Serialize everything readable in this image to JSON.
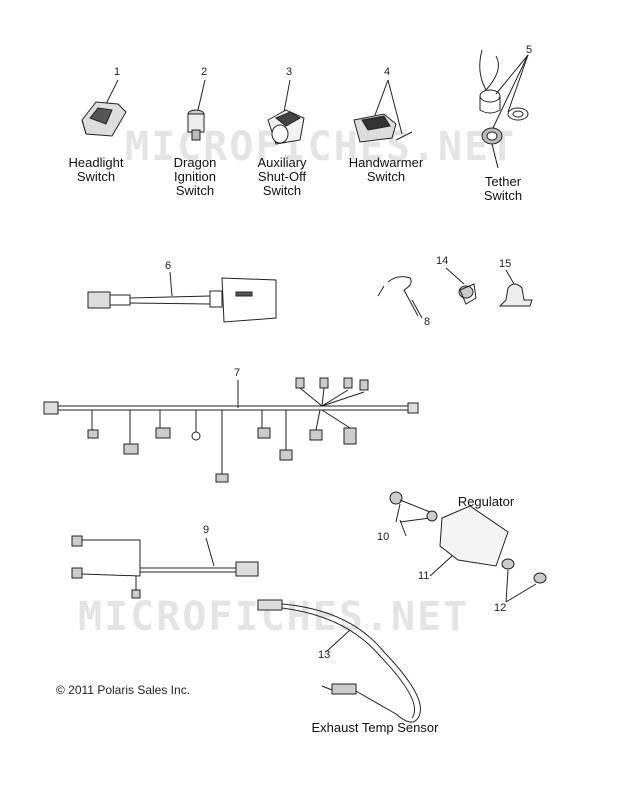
{
  "watermark": "MICROFICHES.NET",
  "copyright": "© 2011 Polaris Sales Inc.",
  "callouts": [
    "1",
    "2",
    "3",
    "4",
    "5",
    "6",
    "7",
    "8",
    "9",
    "10",
    "11",
    "12",
    "13",
    "14",
    "15"
  ],
  "labels": {
    "headlight": "Headlight\nSwitch",
    "dragon": "Dragon\nIgnition\nSwitch",
    "auxiliary": "Auxiliary\nShut-Off\nSwitch",
    "handwarmer": "Handwarmer\nSwitch",
    "tether": "Tether\nSwitch",
    "regulator": "Regulator",
    "exhaust": "Exhaust Temp Sensor"
  }
}
